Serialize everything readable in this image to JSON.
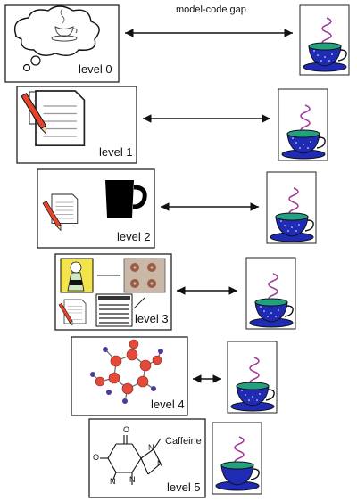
{
  "caption": "model-code gap",
  "levels": [
    {
      "label": "level 0",
      "content": "thought-cloud with cup"
    },
    {
      "label": "level 1",
      "content": "pencil and paper"
    },
    {
      "label": "level 2",
      "content": "paper and mug"
    },
    {
      "label": "level 3",
      "content": "chef, tray, paper, machine"
    },
    {
      "label": "level 4",
      "content": "molecule model"
    },
    {
      "label": "level 5",
      "content": "structural formula"
    }
  ],
  "caffeine_label": "Caffeine",
  "formula_text": {
    "o_top": "O",
    "o_left": "O",
    "n_right": "N",
    "n_left": "N",
    "n_bottom": "N",
    "n_ring": "N"
  },
  "colors": {
    "cup_blue": "#1f2bb5",
    "cup_green": "#23a080",
    "steam_purple": "#a43a9a",
    "atom_red": "#e24a3a",
    "atom_purple": "#4b3c9b"
  }
}
